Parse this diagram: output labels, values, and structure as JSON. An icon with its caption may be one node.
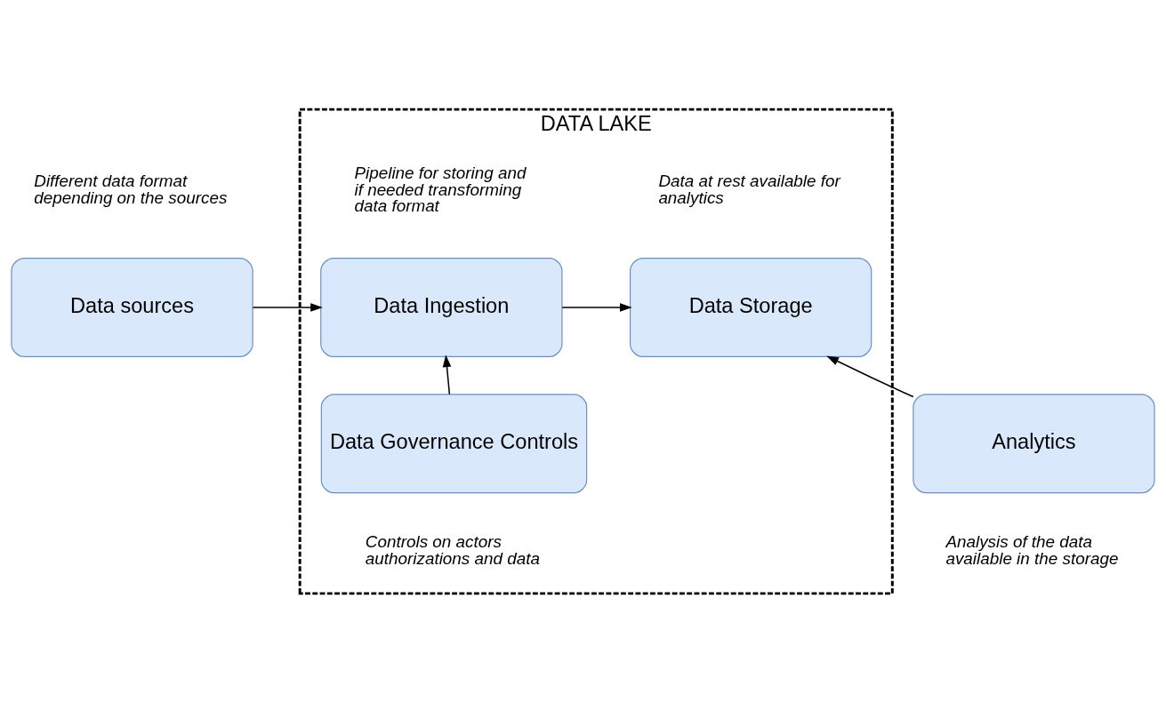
{
  "diagram": {
    "nodes": [
      {
        "text": [
          "DATA LAKE"
        ]
      },
      {
        "text": [
          "Data sources"
        ],
        "beside": [
          "Different data format depending on the sources"
        ]
      },
      {
        "text": [
          "Data Ingestion"
        ],
        "in": 0,
        "beside": [
          "Pipeline for storing and if needed transforming data format"
        ]
      },
      {
        "text": [
          "Data Storage"
        ],
        "in": 0,
        "beside": [
          "Data at rest available for analytics"
        ]
      },
      {
        "text": [
          "Data Governance Controls"
        ],
        "in": 0,
        "beside": [
          "Controls on actors authorizations and data"
        ]
      },
      {
        "text": [
          "Analytics"
        ],
        "beside": [
          "Analysis of the data available in the storage"
        ]
      }
    ],
    "edges": [
      {
        "from": 1,
        "to": 2,
        "arrow": "to"
      },
      {
        "from": 2,
        "to": 3,
        "arrow": "to"
      },
      {
        "from": 4,
        "to": 2,
        "arrow": "to"
      },
      {
        "from": 5,
        "to": 3,
        "arrow": "to"
      }
    ]
  }
}
